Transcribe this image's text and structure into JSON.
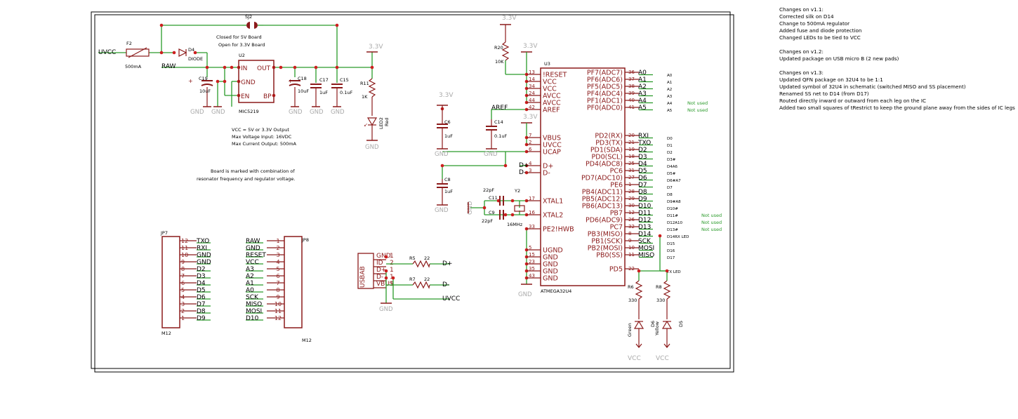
{
  "changelog": {
    "v1_1_header": "Changes on v1.1:",
    "v1_1": [
      "Corrected silk on D14",
      "Change to 500mA regulator",
      "Added fuse and diode protection",
      "Changed LEDs to be tied to VCC"
    ],
    "v1_2_header": "Changes on v1.2:",
    "v1_2": [
      "Updated package on USB micro B (2 new pads)"
    ],
    "v1_3_header": "Changes on v1.3:",
    "v1_3": [
      "Updated QFN package on 32U4 to be 1:1",
      "Updated symbol of 32U4 in schematic (switched MISO and SS placement)",
      "Renamed SS net to D14 (from D17)",
      "Routed directly inward or outward from each leg on the IC",
      "Added two small squares of tRestrict to keep the ground plane away from the sides of IC legs"
    ]
  },
  "power": {
    "uvcc": "UVCC",
    "raw": "RAW",
    "fuse": "F2",
    "fuse_val": "500mA",
    "diode": "D4",
    "diode_type": "DIODE",
    "jumper": "SJ2",
    "jumper_note1": "Closed for 5V Board",
    "jumper_note2": "Open for 3.3V Board",
    "reg": "U2",
    "reg_part": "MIC5219",
    "reg_in": "IN",
    "reg_out": "OUT",
    "reg_gnd": "GND",
    "reg_en": "EN",
    "reg_bp": "BP",
    "c19": "C19",
    "c19_val": "10uF",
    "c18": "C18",
    "c18_val": "10uF",
    "c17": "C17",
    "c17_val": "1uF",
    "c15": "C15",
    "c15_val": "0.1uF",
    "note1": "VCC = 5V or 3.3V Output",
    "note2": "Max Voltage Input: 16VDC",
    "note3": "Max Current Output: 500mA",
    "note4": "Board is marked with combination of",
    "note5": "resonator frequency and regulator voltage.",
    "v33": "3.3V",
    "r11": "R11",
    "r11_val": "1K",
    "led2": "LED2",
    "led2_color": "Red",
    "gnd": "GND"
  },
  "mcu": {
    "r20": "R20",
    "r20_val": "10K",
    "ref": "U3",
    "part": "ATMEGA32U4",
    "aref": "AREF",
    "c6": "C6",
    "c6_val": "1uF",
    "c14": "C14",
    "c14_val": "0.1uF",
    "c8": "C8",
    "c8_val": "1uF",
    "c11": "C11",
    "c9": "C9",
    "cap22": "22pF",
    "y2": "Y2",
    "y2_val": "16MHz",
    "dplus": "D+",
    "dminus": "D-",
    "left_pins": [
      {
        "name": "!RESET",
        "num": "13"
      },
      {
        "name": "VCC",
        "num": "14"
      },
      {
        "name": "VCC",
        "num": "34"
      },
      {
        "name": "AVCC",
        "num": "24"
      },
      {
        "name": "AVCC",
        "num": "44"
      },
      {
        "name": "AREF",
        "num": "42"
      },
      {
        "name": "VBUS",
        "num": "7"
      },
      {
        "name": "UVCC",
        "num": "2"
      },
      {
        "name": "UCAP",
        "num": "6"
      },
      {
        "name": "D+",
        "num": "4"
      },
      {
        "name": "D-",
        "num": "3"
      },
      {
        "name": "XTAL1",
        "num": "17"
      },
      {
        "name": "XTAL2",
        "num": "16"
      },
      {
        "name": "PE2!HWB",
        "num": "33"
      },
      {
        "name": "UGND",
        "num": "5"
      },
      {
        "name": "GND",
        "num": "15"
      },
      {
        "name": "GND",
        "num": "23"
      },
      {
        "name": "GND",
        "num": "35"
      },
      {
        "name": "GND",
        "num": "43"
      }
    ],
    "right_pins": [
      {
        "name": "PF7(ADC7)",
        "num": "36",
        "net": "A0",
        "tag": "A0",
        "note": ""
      },
      {
        "name": "PF6(ADC6)",
        "num": "37",
        "net": "A1",
        "tag": "A1",
        "note": ""
      },
      {
        "name": "PF5(ADC5)",
        "num": "38",
        "net": "A2",
        "tag": "A2",
        "note": ""
      },
      {
        "name": "PF4(ADC4)",
        "num": "39",
        "net": "A3",
        "tag": "A3",
        "note": ""
      },
      {
        "name": "PF1(ADC1)",
        "num": "40",
        "net": "A4",
        "tag": "A4",
        "note": "Not used"
      },
      {
        "name": "PF0(ADC0)",
        "num": "41",
        "net": "A5",
        "tag": "A5",
        "note": "Not used"
      },
      {
        "name": "PD2(RX)",
        "num": "20",
        "net": "RXI",
        "tag": "D0",
        "note": ""
      },
      {
        "name": "PD3(TX)",
        "num": "21",
        "net": "TXO",
        "tag": "D1",
        "note": ""
      },
      {
        "name": "PD1(SDA)",
        "num": "19",
        "net": "D2",
        "tag": "D2",
        "note": ""
      },
      {
        "name": "PD0(SCL)",
        "num": "18",
        "net": "D3",
        "tag": "D3#",
        "note": ""
      },
      {
        "name": "PD4(ADC8)",
        "num": "25",
        "net": "D4",
        "tag": "D4A6",
        "note": ""
      },
      {
        "name": "PC6",
        "num": "31",
        "net": "D5",
        "tag": "D5#",
        "note": ""
      },
      {
        "name": "PD7(ADC10)",
        "num": "27",
        "net": "D6",
        "tag": "D6#A7",
        "note": ""
      },
      {
        "name": "PE6",
        "num": "1",
        "net": "D7",
        "tag": "D7",
        "note": ""
      },
      {
        "name": "PB4(ADC11)",
        "num": "28",
        "net": "D8",
        "tag": "D8",
        "note": ""
      },
      {
        "name": "PB5(ADC12)",
        "num": "29",
        "net": "D9",
        "tag": "D9#A8",
        "note": ""
      },
      {
        "name": "PB6(ADC13)",
        "num": "30",
        "net": "D10",
        "tag": "D10#",
        "note": ""
      },
      {
        "name": "PB7",
        "num": "12",
        "net": "D11",
        "tag": "D11#",
        "note": "Not used"
      },
      {
        "name": "PD6(ADC9)",
        "num": "26",
        "net": "D12",
        "tag": "D12A10",
        "note": "Not used"
      },
      {
        "name": "PC7",
        "num": "32",
        "net": "D13",
        "tag": "D13#",
        "note": "Not used"
      },
      {
        "name": "PB3(MISO)",
        "num": "8",
        "net": "D14",
        "tag": "D14RX LED",
        "note": ""
      },
      {
        "name": "PB1(SCK)",
        "num": "9",
        "net": "SCK",
        "tag": "D15",
        "note": ""
      },
      {
        "name": "PB2(MOSI)",
        "num": "10",
        "net": "MOSI",
        "tag": "D16",
        "note": ""
      },
      {
        "name": "PB0(SS)",
        "num": "11",
        "net": "MISO",
        "tag": "D17",
        "note": ""
      },
      {
        "name": "PD5",
        "num": "22",
        "net": "",
        "tag": "TX LED",
        "note": ""
      }
    ],
    "r6": "R6",
    "r6_val": "330",
    "r8": "R8",
    "r8_val": "330",
    "d6": "D6",
    "d6_color": "Yellow",
    "d5": "D5",
    "green": "Green",
    "vcc": "VCC"
  },
  "usb": {
    "name": "USBAB",
    "pins": [
      "GND",
      "ID",
      "D+",
      "D-",
      "VBUS"
    ],
    "pinnums": [
      "1",
      "2",
      "1",
      "1",
      "1"
    ],
    "r5": "R5",
    "r7": "R7",
    "r_val": "22",
    "dplus": "D+",
    "dminus": "D-",
    "uvcc": "UVCC",
    "gnd": "GND"
  },
  "headers": {
    "jp7": "JP7",
    "jp8": "JP8",
    "part": "M12",
    "jp7_pins": [
      {
        "num": "12",
        "net": "TXO"
      },
      {
        "num": "11",
        "net": "RXI"
      },
      {
        "num": "10",
        "net": "GND"
      },
      {
        "num": "9",
        "net": "GND"
      },
      {
        "num": "8",
        "net": "D2"
      },
      {
        "num": "7",
        "net": "D3"
      },
      {
        "num": "6",
        "net": "D4"
      },
      {
        "num": "5",
        "net": "D5"
      },
      {
        "num": "4",
        "net": "D6"
      },
      {
        "num": "3",
        "net": "D7"
      },
      {
        "num": "2",
        "net": "D8"
      },
      {
        "num": "1",
        "net": "D9"
      }
    ],
    "jp8_pins": [
      {
        "num": "1",
        "net": "RAW"
      },
      {
        "num": "2",
        "net": "GND"
      },
      {
        "num": "3",
        "net": "RESET"
      },
      {
        "num": "4",
        "net": "VCC"
      },
      {
        "num": "5",
        "net": "A3"
      },
      {
        "num": "6",
        "net": "A2"
      },
      {
        "num": "7",
        "net": "A1"
      },
      {
        "num": "8",
        "net": "A0"
      },
      {
        "num": "9",
        "net": "SCK"
      },
      {
        "num": "10",
        "net": "MISO"
      },
      {
        "num": "11",
        "net": "MOSI"
      },
      {
        "num": "12",
        "net": "D10"
      }
    ]
  }
}
